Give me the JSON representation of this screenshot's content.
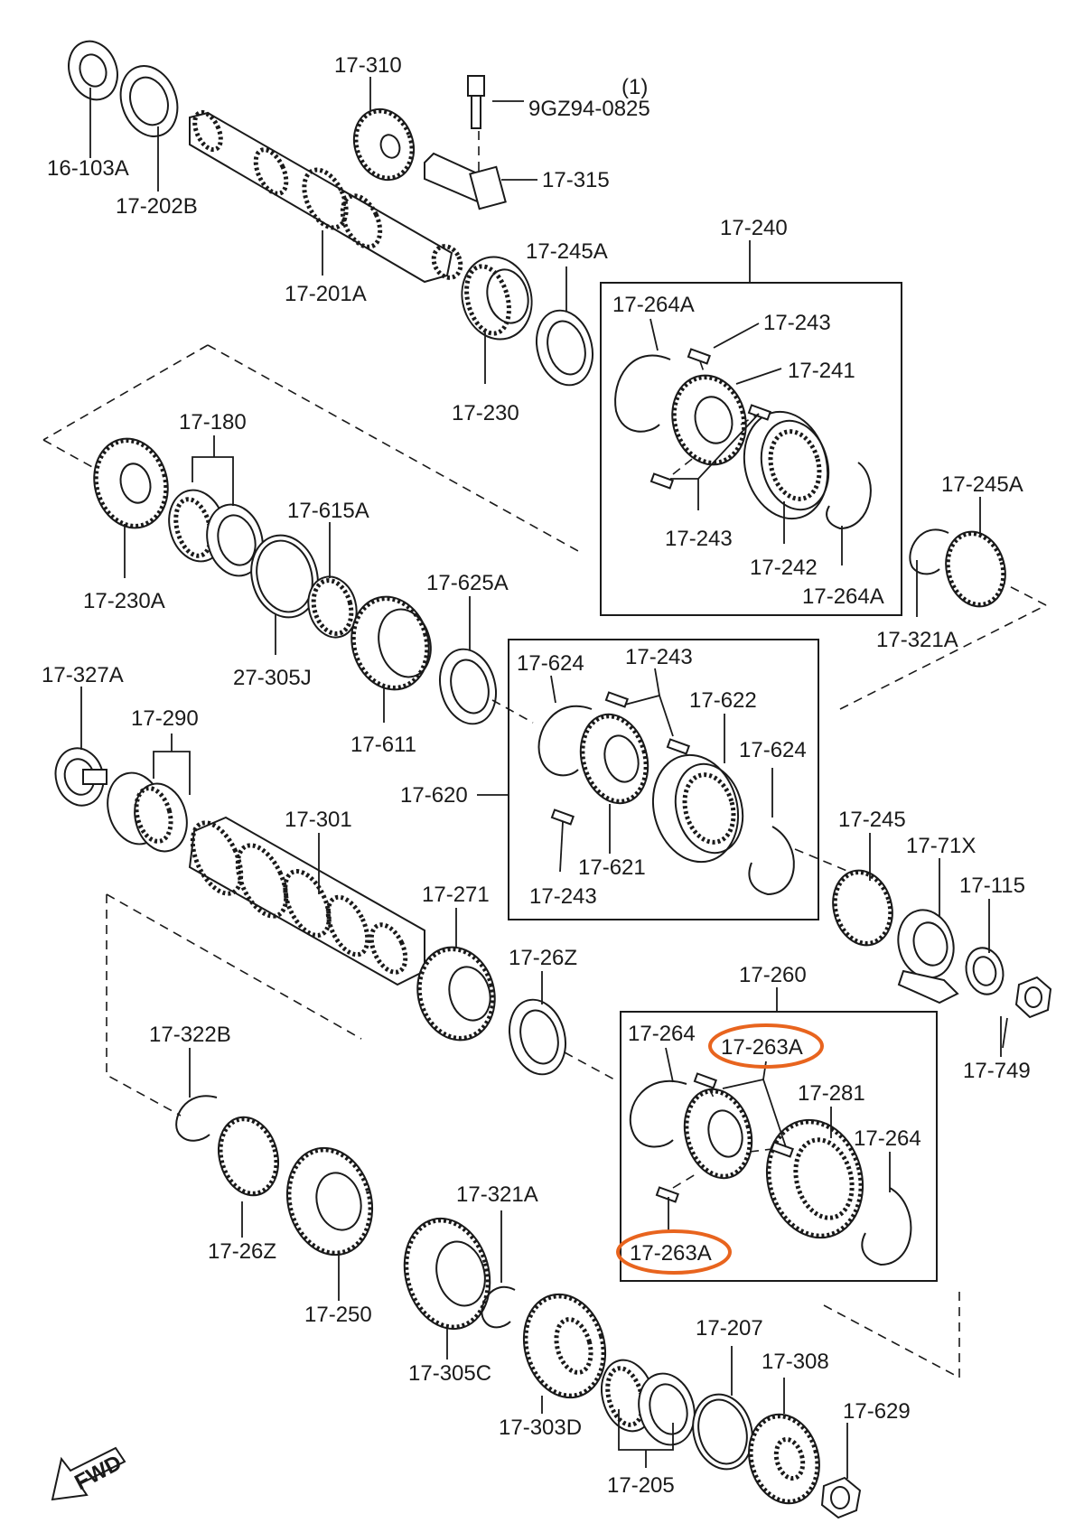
{
  "labels": {
    "l16_103A": "16-103A",
    "l17_202B": "17-202B",
    "l17_310": "17-310",
    "l_qty": "(1)",
    "l9GZ94": "9GZ94-0825",
    "l17_315": "17-315",
    "l17_201A": "17-201A",
    "l17_245A_top": "17-245A",
    "l17_240": "17-240",
    "l17_230": "17-230",
    "l17_264A_top": "17-264A",
    "l17_243_a": "17-243",
    "l17_241": "17-241",
    "l17_243_b": "17-243",
    "l17_242": "17-242",
    "l17_264A_bot": "17-264A",
    "l17_245A_right": "17-245A",
    "l17_321A_top": "17-321A",
    "l17_180": "17-180",
    "l17_230A": "17-230A",
    "l17_615A": "17-615A",
    "l27_305J": "27-305J",
    "l17_625A": "17-625A",
    "l17_611": "17-611",
    "l17_327A": "17-327A",
    "l17_290": "17-290",
    "l17_624_a": "17-624",
    "l17_243_c": "17-243",
    "l17_622": "17-622",
    "l17_624_b": "17-624",
    "l17_620": "17-620",
    "l17_621": "17-621",
    "l17_243_d": "17-243",
    "l17_301": "17-301",
    "l17_245": "17-245",
    "l17_71X": "17-71X",
    "l17_115": "17-115",
    "l17_271": "17-271",
    "l17_26Z_top": "17-26Z",
    "l17_260": "17-260",
    "l17_749": "17-749",
    "l17_322B": "17-322B",
    "l17_264_a": "17-264",
    "l17_263A_top": "17-263A",
    "l17_281": "17-281",
    "l17_264_b": "17-264",
    "l17_263A_bot": "17-263A",
    "l17_321A_bot": "17-321A",
    "l17_26Z_bot": "17-26Z",
    "l17_250": "17-250",
    "l17_305C": "17-305C",
    "l17_303D": "17-303D",
    "l17_207": "17-207",
    "l17_308": "17-308",
    "l17_629": "17-629",
    "l17_205": "17-205",
    "fwd": "FWD"
  },
  "highlight_color": "#e8641e",
  "line_color": "#1a1a1a"
}
